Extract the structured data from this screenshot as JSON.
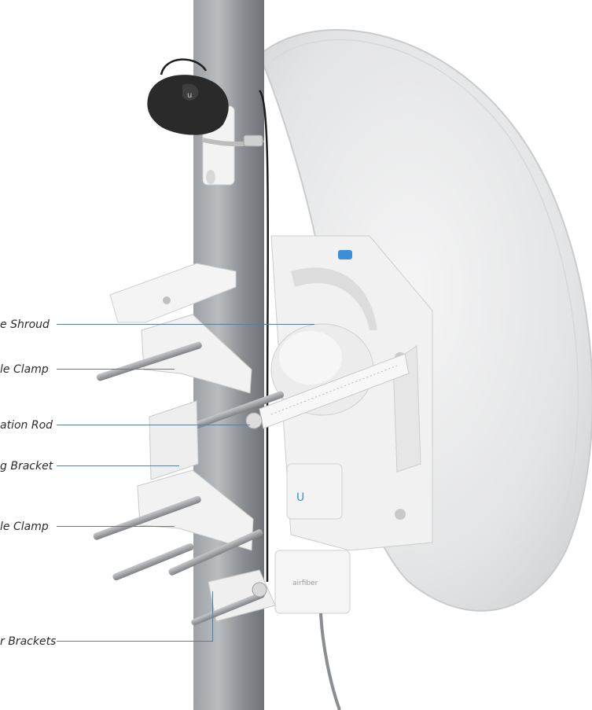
{
  "diagram": {
    "labels": [
      {
        "id": "shroud",
        "text": "e Shroud"
      },
      {
        "id": "pole-clamp-upper",
        "text": "le Clamp"
      },
      {
        "id": "elevation-rod",
        "text": "ation Rod"
      },
      {
        "id": "mounting-bracket",
        "text": "g Bracket"
      },
      {
        "id": "pole-clamp-lower",
        "text": "le Clamp"
      },
      {
        "id": "brackets",
        "text": "r Brackets"
      }
    ],
    "colors": {
      "leader": "#5b7f9b",
      "pole": "#8e9296",
      "dish": "#e4e5e6",
      "plastic": "#f2f2f2",
      "radio_body": "#2a2a2a",
      "accent": "#3a8fd8"
    }
  }
}
